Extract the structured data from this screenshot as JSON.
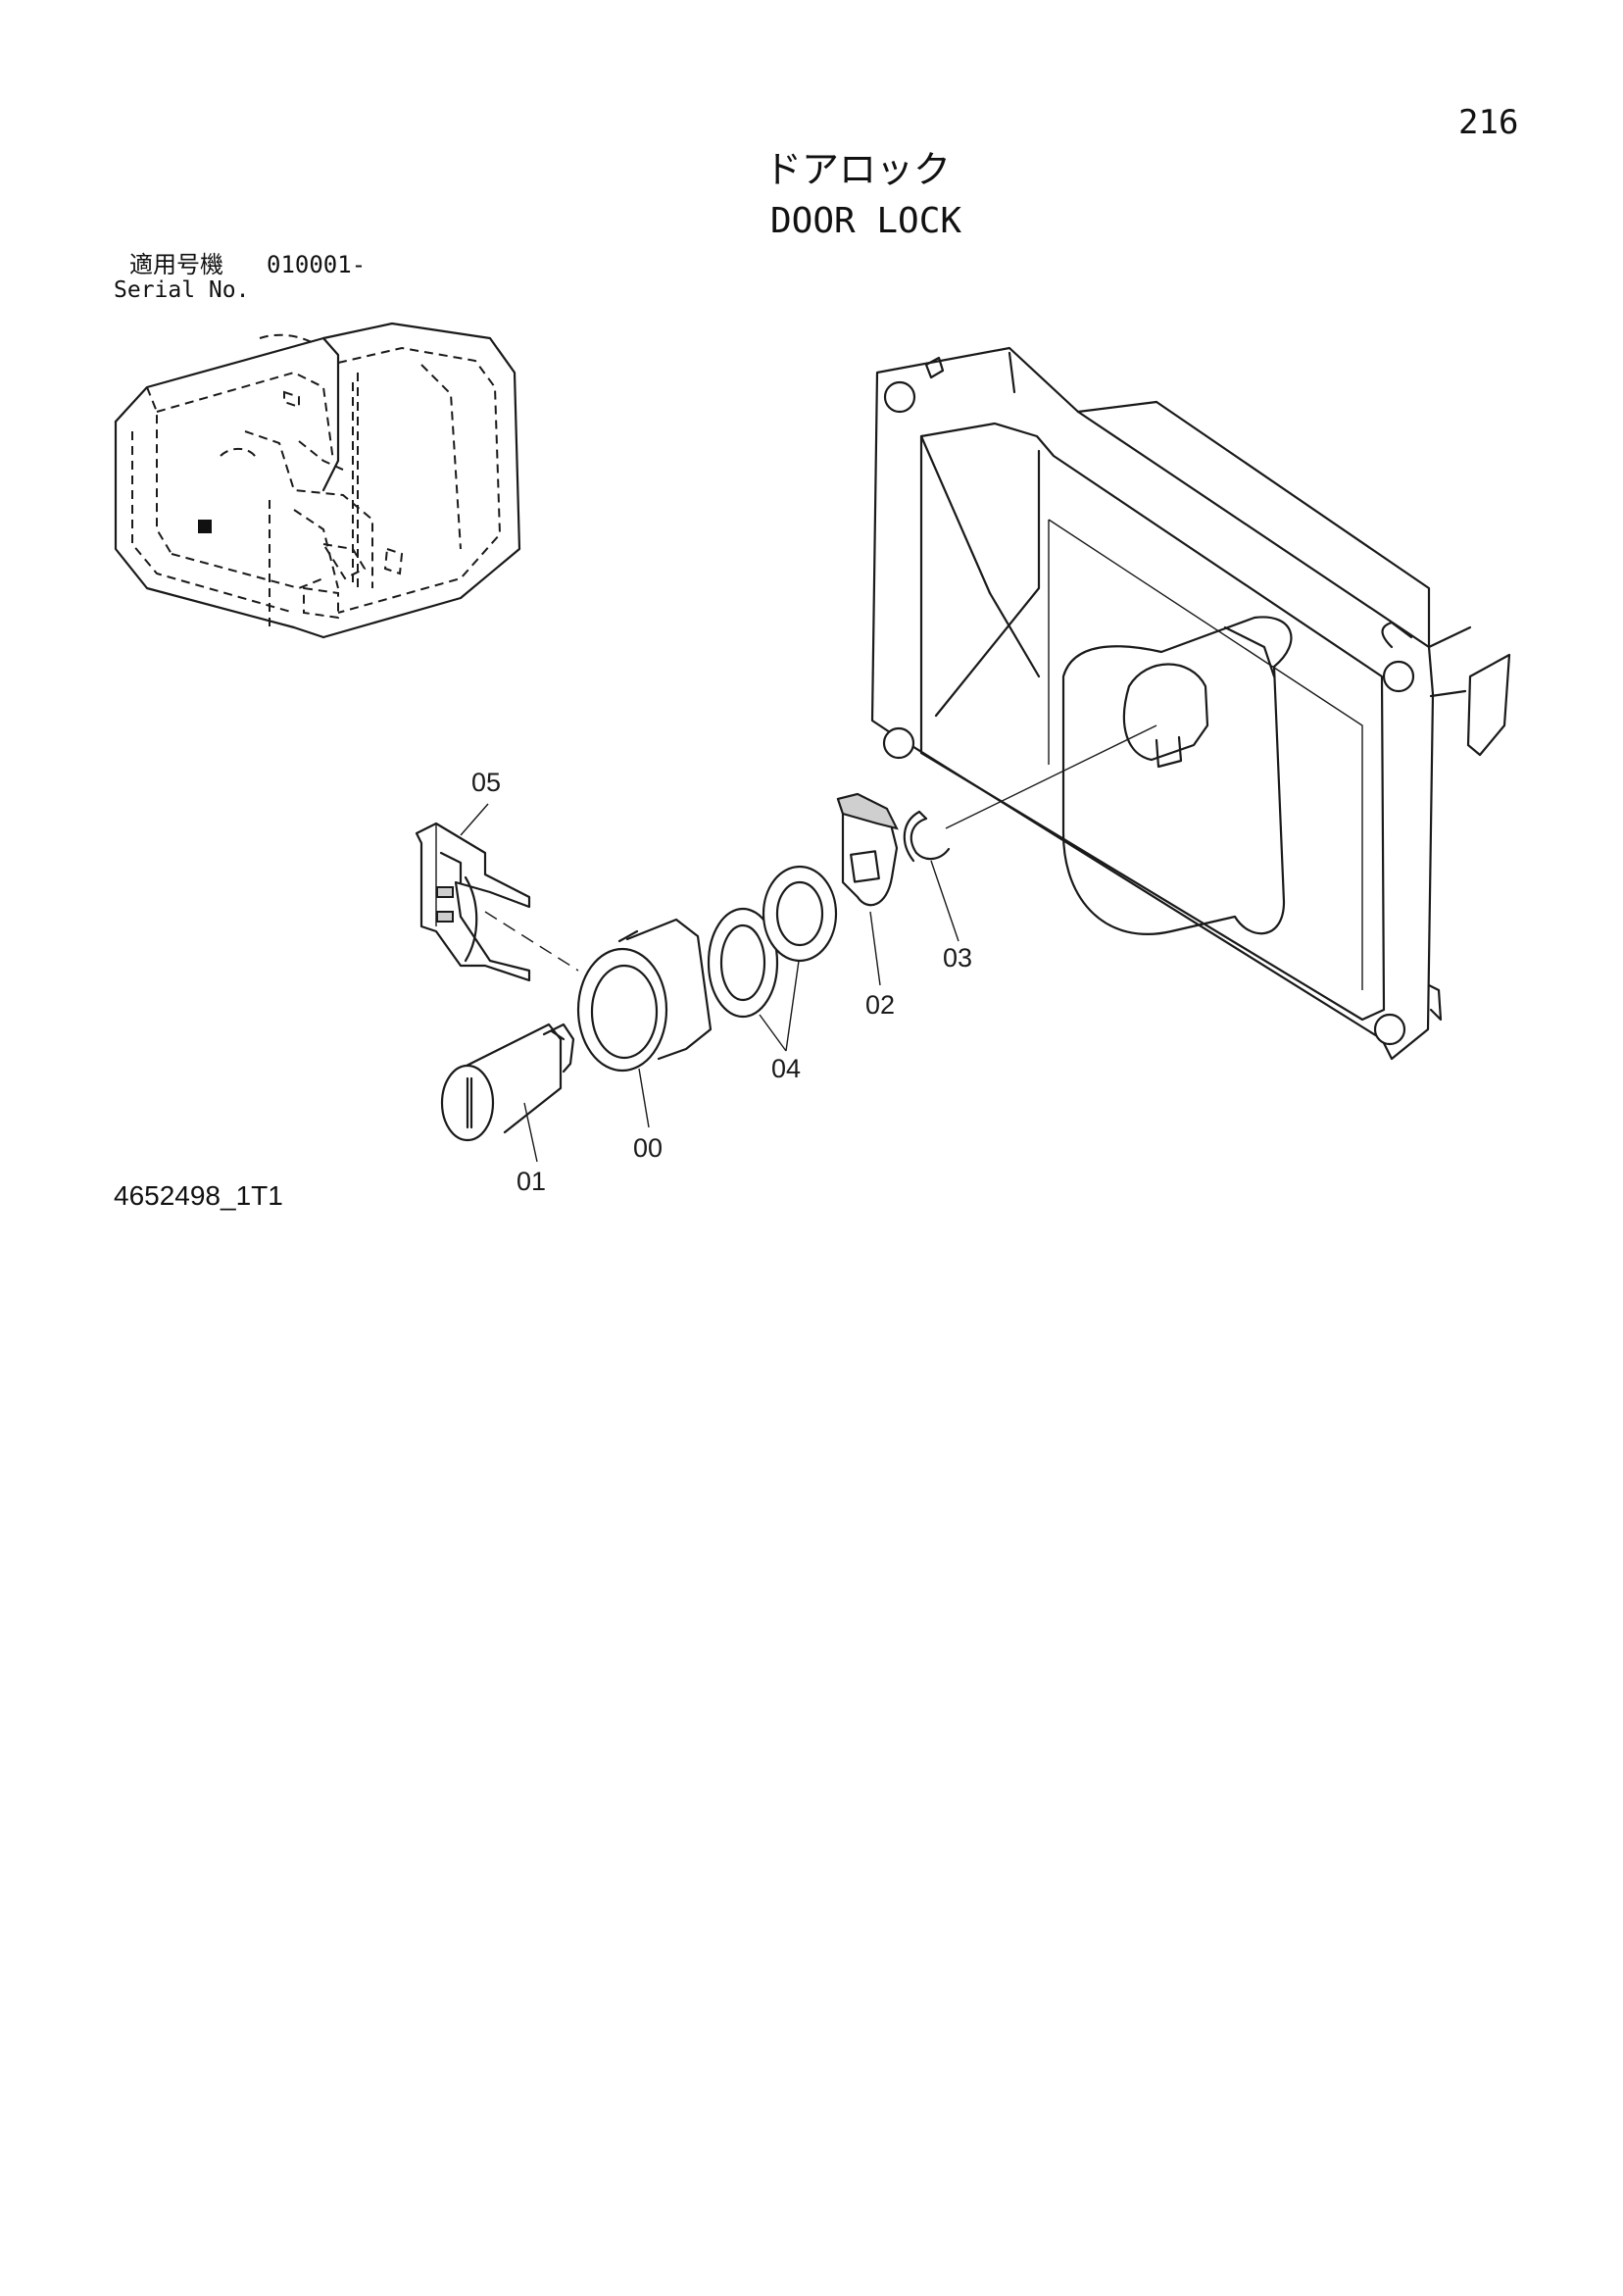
{
  "page_number": "216",
  "title_jp": "ドアロック",
  "title_en": "DOOR LOCK",
  "serial": {
    "label_jp": "適用号機",
    "value": "010001-",
    "label_en": "Serial No."
  },
  "drawing_id": "4652498_1T1",
  "callouts": {
    "c05": "05",
    "c01": "01",
    "c00": "00",
    "c04": "04",
    "c02": "02",
    "c03": "03"
  }
}
